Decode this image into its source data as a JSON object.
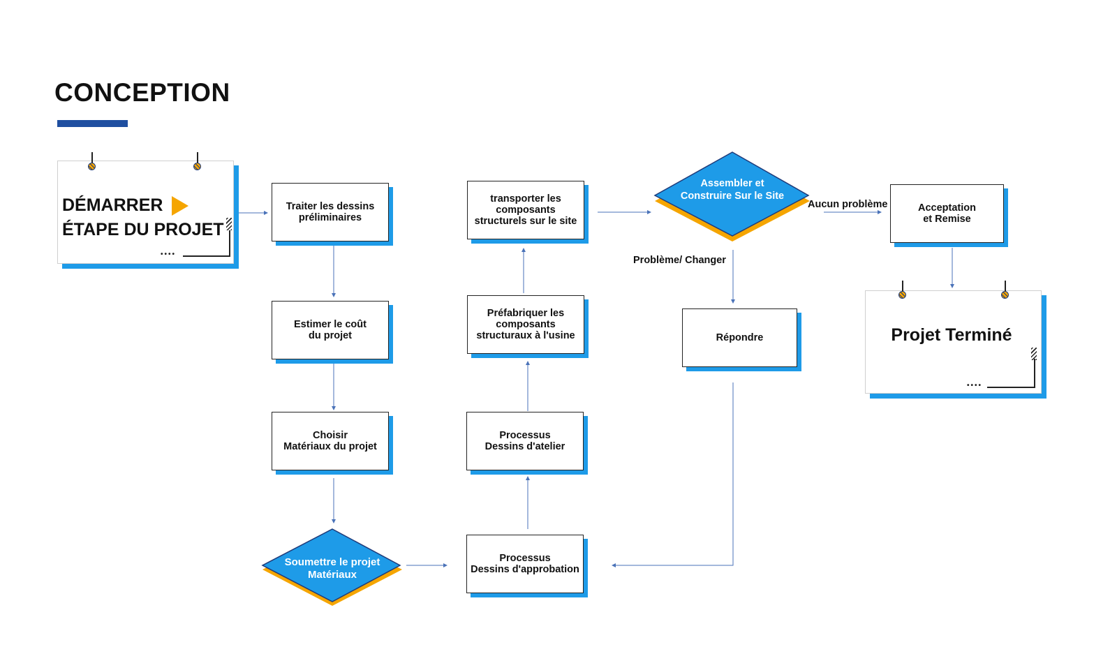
{
  "title": "CONCEPTION",
  "colors": {
    "accent_blue": "#1e9be8",
    "title_bar": "#1f4fa0",
    "orange": "#f5a500",
    "arrow": "#4a72b8"
  },
  "start_card": {
    "line1": "DÉMARRER",
    "line2": "ÉTAPE DU PROJET",
    "icon": "play-triangle-icon"
  },
  "end_card": {
    "label": "Projet Terminé"
  },
  "steps": {
    "traiter": "Traiter les dessins\npréliminaires",
    "estimer": "Estimer le coût\ndu projet",
    "choisir": "Choisir\nMatériaux du projet",
    "soumettre": "Soumettre le projet\nMatériaux",
    "approbation": "Processus\nDessins d'approbation",
    "atelier": "Processus\nDessins d'atelier",
    "prefabriquer": "Préfabriquer les\ncomposants\nstructuraux à l'usine",
    "transporter": "transporter les\ncomposants\nstructurels sur le site",
    "assembler": "Assembler et\nConstruire Sur le Site",
    "repondre": "Répondre",
    "acceptation": "Acceptation\net Remise"
  },
  "edge_labels": {
    "probleme": "Problème/ Changer",
    "aucun": "Aucun problème"
  }
}
